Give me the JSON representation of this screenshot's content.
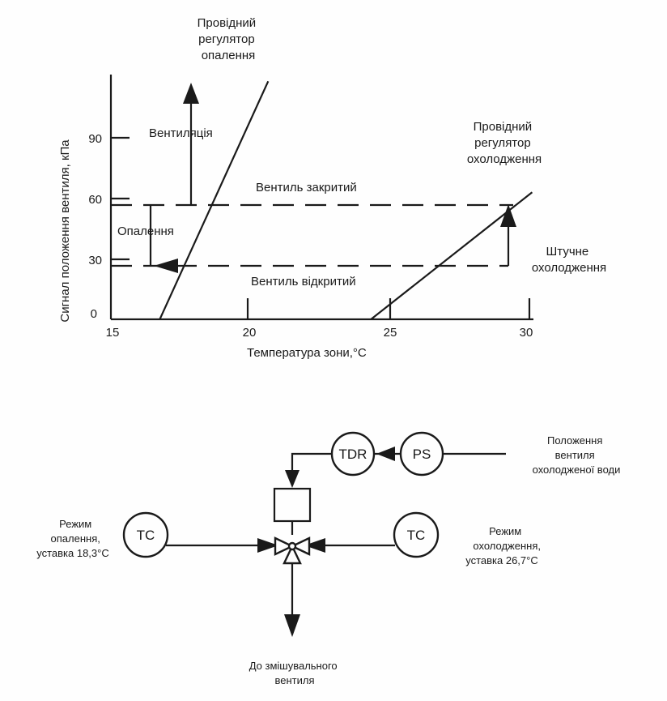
{
  "chart_data": {
    "type": "line",
    "xlabel": "Температура зони,",
    "xlabel_unit": "°С",
    "ylabel": "Сигнал положення вентиля, кПа",
    "x_ticks": [
      "15",
      "20",
      "25",
      "30"
    ],
    "y_ticks": [
      "0",
      "30",
      "60",
      "90"
    ],
    "xlim": [
      15,
      30
    ],
    "ylim": [
      0,
      120
    ],
    "series": [
      {
        "name": "Провідний регулятор опалення",
        "x": [
          16.7,
          20.6
        ],
        "y": [
          0,
          118
        ]
      },
      {
        "name": "Провідний регулятор охолодження",
        "x": [
          24.3,
          30.1
        ],
        "y": [
          0,
          63
        ]
      }
    ],
    "reference_lines": [
      {
        "label": "Вентиль закритий",
        "y": 57
      },
      {
        "label": "Вентиль відкритий",
        "y": 25
      }
    ],
    "annotations": {
      "heating_leader": [
        "Провідний",
        "регулятор",
        "опалення"
      ],
      "cooling_leader": [
        "Провідний",
        "регулятор",
        "охолодження"
      ],
      "ventilation": "Вентиляція",
      "heating": "Опалення",
      "artificial_cooling": [
        "Штучне",
        "охолодження"
      ]
    }
  },
  "diagram": {
    "tdr": "TDR",
    "ps": "PS",
    "tc_left": "TC",
    "tc_right": "TC",
    "valve_position_label": [
      "Положення",
      "вентиля",
      "охолодженої води"
    ],
    "heating_mode_label": [
      "Режим",
      "опалення,",
      "уставка 18,3"
    ],
    "heating_setpoint_unit": "°С",
    "cooling_mode_label": [
      "Режим",
      "охолодження,",
      "уставка 26,7"
    ],
    "cooling_setpoint_unit": "°С",
    "output_label": [
      "До змішувального",
      "вентиля"
    ]
  }
}
